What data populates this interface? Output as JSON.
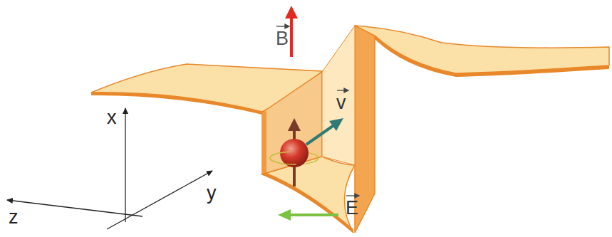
{
  "diagram": {
    "labels": [
      "B",
      "v",
      "E",
      "x",
      "y",
      "z"
    ]
  }
}
